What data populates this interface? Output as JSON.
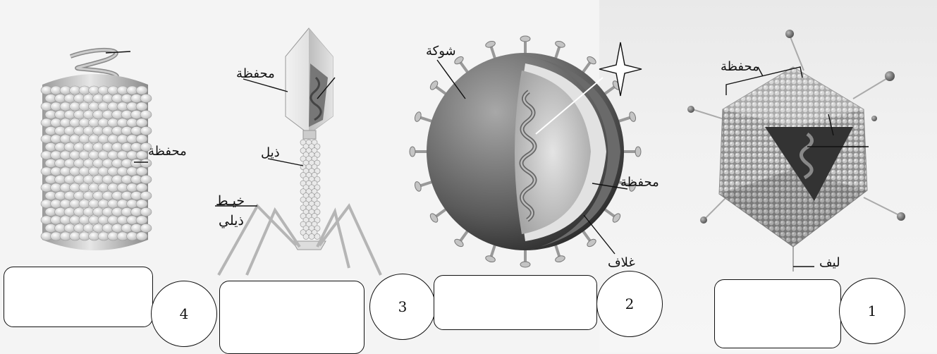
{
  "figures": [
    {
      "id": "4",
      "labels": {
        "capsid": "محفظة"
      }
    },
    {
      "id": "3",
      "labels": {
        "capsid": "محفظة",
        "tail": "ذيل",
        "tail_fiber_line1": "خيـط",
        "tail_fiber_line2": "ذيلي"
      }
    },
    {
      "id": "2",
      "labels": {
        "spike": "شوكة",
        "capsid": "محفظة",
        "envelope": "غلاف"
      }
    },
    {
      "id": "1",
      "labels": {
        "capsid": "محفظة",
        "fiber": "ليف"
      }
    }
  ],
  "answers": [
    {
      "number": "4",
      "value": ""
    },
    {
      "number": "3",
      "value": ""
    },
    {
      "number": "2",
      "value": ""
    },
    {
      "number": "1",
      "value": ""
    }
  ]
}
